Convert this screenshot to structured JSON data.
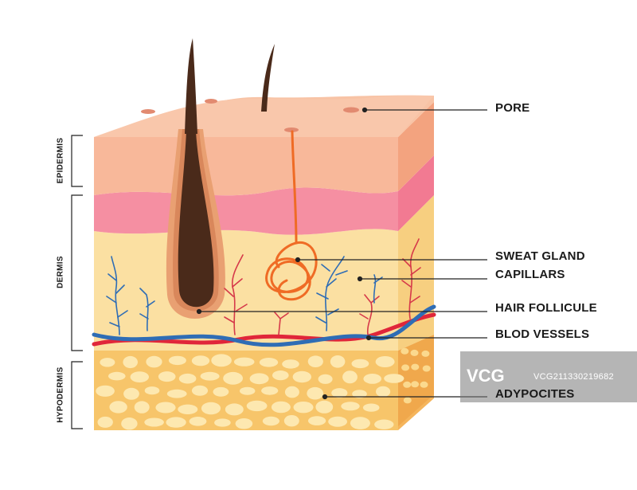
{
  "layers": {
    "epidermis": "EPIDERMIS",
    "dermis": "DERMIS",
    "hypodermis": "HYPODERMIS"
  },
  "callouts": {
    "pore": "PORE",
    "sweat_gland": "SWEAT GLAND",
    "capillars": "CAPILLARS",
    "hair_follicule": "HAIR FOLLICULE",
    "blod_vessels": "BLOD VESSELS",
    "adypocites": "ADYPOCITES"
  },
  "watermark": {
    "logo": "VCG",
    "id": "VCG211330219682"
  },
  "colors": {
    "epidermis_top": "#f5b495",
    "epidermis_band": "#f7a8a0",
    "pink_band": "#f58aa0",
    "dermis": "#fbe0a2",
    "hypodermis": "#f7c56a",
    "fat_cells": "#fde8b0",
    "hair": "#4a2a1a",
    "sweat_gland": "#ef6b25",
    "artery": "#e0263a",
    "vein": "#2f6db5"
  }
}
